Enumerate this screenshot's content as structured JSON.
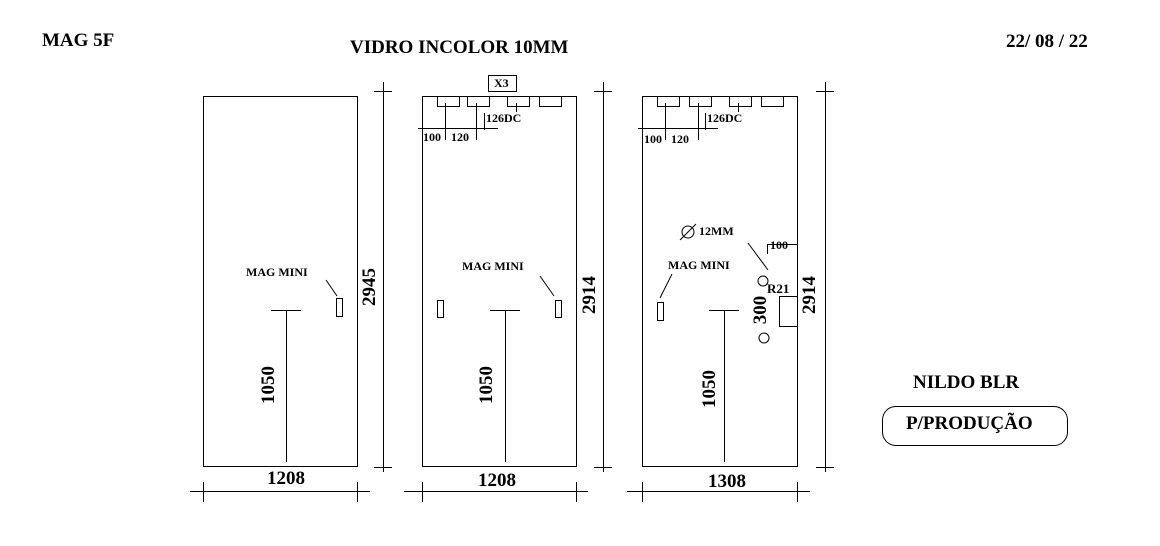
{
  "header": {
    "model": "MAG 5F",
    "material": "VIDRO INCOLOR 10MM",
    "date": "22/ 08 / 22"
  },
  "panels": [
    {
      "height_label": "2945",
      "width_label": "1208",
      "handle_height": "1050",
      "handle_label": "MAG MINI",
      "hinges": null
    },
    {
      "height_label": "2914",
      "width_label": "1208",
      "handle_height": "1050",
      "handle_label": "MAG MINI",
      "hinges": {
        "count_label": "X3",
        "type_label": "126DC",
        "offset1": "100",
        "offset2": "120"
      }
    },
    {
      "height_label": "2914",
      "width_label": "1308",
      "handle_height": "1050",
      "handle_label": "MAG MINI",
      "hinges": {
        "type_label": "126DC",
        "offset1": "100",
        "offset2": "120"
      },
      "holes": {
        "diameter_label": "12MM",
        "edge_offset": "100",
        "spacing": "300",
        "radius_label": "R21"
      }
    }
  ],
  "footer": {
    "author": "NILDO BLR",
    "stamp": "P/PRODUÇÃO"
  }
}
